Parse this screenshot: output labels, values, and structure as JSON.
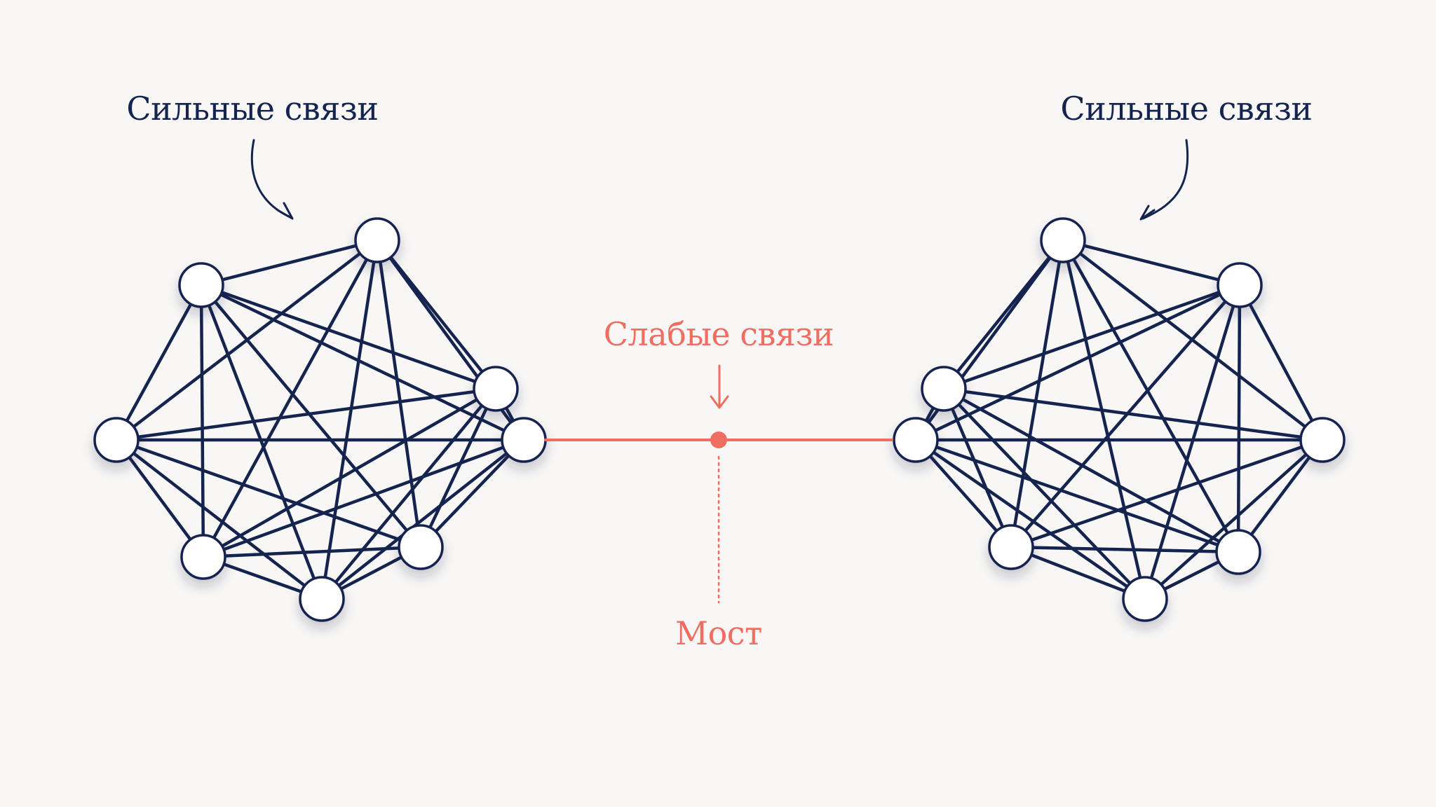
{
  "labels": {
    "strong_left": "Сильные связи",
    "strong_right": "Сильные связи",
    "weak": "Слабые связи",
    "bridge": "Мост"
  },
  "colors": {
    "background": "#f8f7f5",
    "strong": "#14244f",
    "weak": "#ef6e61",
    "node_fill": "#ffffff"
  },
  "clusters": [
    {
      "name": "left-cluster",
      "node_count": 8,
      "edges": [
        [
          0,
          1
        ],
        [
          0,
          2
        ],
        [
          0,
          3
        ],
        [
          0,
          4
        ],
        [
          0,
          5
        ],
        [
          0,
          6
        ],
        [
          0,
          7
        ],
        [
          1,
          2
        ],
        [
          1,
          3
        ],
        [
          1,
          4
        ],
        [
          1,
          5
        ],
        [
          1,
          6
        ],
        [
          1,
          7
        ],
        [
          2,
          3
        ],
        [
          2,
          4
        ],
        [
          2,
          5
        ],
        [
          2,
          6
        ],
        [
          2,
          7
        ],
        [
          3,
          4
        ],
        [
          3,
          5
        ],
        [
          3,
          6
        ],
        [
          3,
          7
        ],
        [
          4,
          5
        ],
        [
          4,
          6
        ],
        [
          4,
          7
        ],
        [
          5,
          6
        ],
        [
          5,
          7
        ],
        [
          6,
          7
        ]
      ]
    },
    {
      "name": "right-cluster",
      "node_count": 8,
      "edges": [
        [
          0,
          1
        ],
        [
          0,
          2
        ],
        [
          0,
          3
        ],
        [
          0,
          4
        ],
        [
          0,
          5
        ],
        [
          0,
          6
        ],
        [
          0,
          7
        ],
        [
          1,
          2
        ],
        [
          1,
          3
        ],
        [
          1,
          4
        ],
        [
          1,
          5
        ],
        [
          1,
          6
        ],
        [
          1,
          7
        ],
        [
          2,
          3
        ],
        [
          2,
          4
        ],
        [
          2,
          5
        ],
        [
          2,
          6
        ],
        [
          2,
          7
        ],
        [
          3,
          4
        ],
        [
          3,
          5
        ],
        [
          3,
          6
        ],
        [
          3,
          7
        ],
        [
          4,
          5
        ],
        [
          4,
          6
        ],
        [
          4,
          7
        ],
        [
          5,
          6
        ],
        [
          5,
          7
        ],
        [
          6,
          7
        ]
      ]
    }
  ]
}
